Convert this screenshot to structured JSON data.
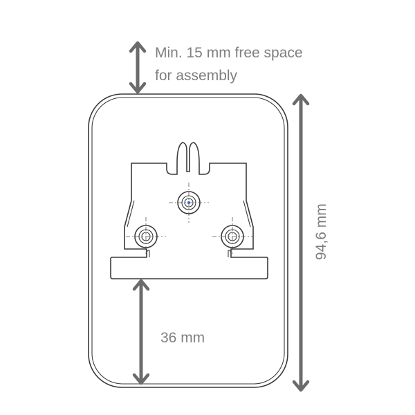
{
  "annotations": {
    "free_space_line1": "Min. 15 mm free space",
    "free_space_line2": "for assembly",
    "height_label": "94,6 mm",
    "distance_label": "36 mm"
  },
  "colors": {
    "dimension_arrow": "#6b6b6b",
    "label_text": "#7f7f7f",
    "drawing_lines": "#3a3a3a",
    "screw_center": "#3a6fc4"
  }
}
